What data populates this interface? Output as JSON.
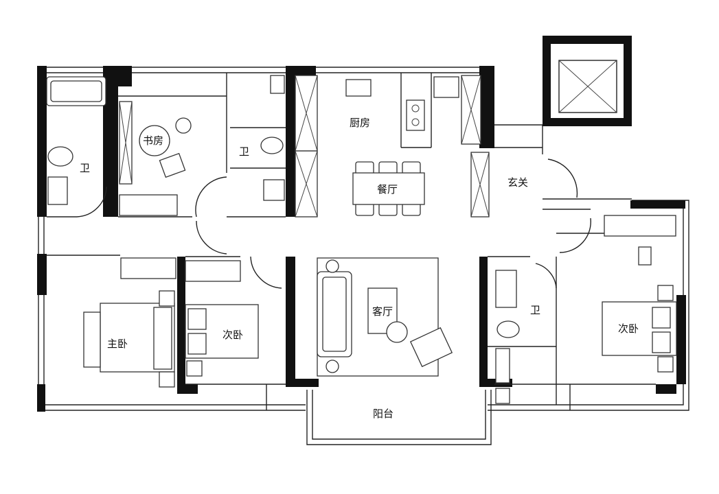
{
  "rooms": {
    "bathroom_left": "卫",
    "study": "书房",
    "bathroom_mid": "卫",
    "kitchen": "厨房",
    "dining": "餐厅",
    "entrance": "玄关",
    "master_bedroom": "主卧",
    "second_bedroom_left": "次卧",
    "living_room": "客厅",
    "bathroom_right": "卫",
    "second_bedroom_right": "次卧",
    "balcony": "阳台"
  }
}
